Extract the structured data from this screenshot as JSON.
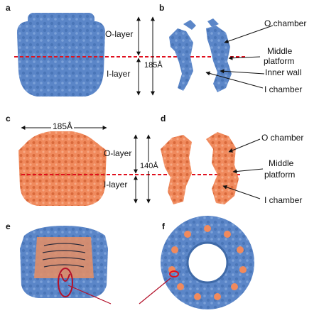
{
  "colors": {
    "blue": "#5b86c8",
    "blue_dark": "#3f6aa8",
    "orange": "#f08a5d",
    "orange_dark": "#d9693b",
    "red": "#e0101e",
    "maroon": "#b3112a"
  },
  "panels": {
    "a": {
      "letter": "a",
      "labels": {
        "o_layer": "O-layer",
        "i_layer": "I-layer",
        "dim": "185Å"
      }
    },
    "b": {
      "letter": "b",
      "labels": {
        "o_chamber": "O chamber",
        "middle_1": "Middle",
        "middle_2": "platform",
        "inner_wall": "Inner wall",
        "i_chamber": "I chamber"
      }
    },
    "c": {
      "letter": "c",
      "labels": {
        "width": "185Å",
        "o_layer": "O-layer",
        "i_layer": "I-layer",
        "dim": "140Å"
      }
    },
    "d": {
      "letter": "d",
      "labels": {
        "o_chamber": "O chamber",
        "middle_1": "Middle",
        "middle_2": "platform",
        "i_chamber": "I chamber"
      }
    },
    "e": {
      "letter": "e"
    },
    "f": {
      "letter": "f"
    }
  }
}
